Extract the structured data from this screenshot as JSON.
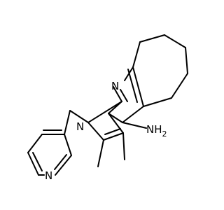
{
  "structure": {
    "atoms": {
      "ring_n": "N",
      "pyrrole_n": "N",
      "pyridine_n": "N",
      "amine_n": "NH",
      "amine_h": "2"
    }
  },
  "colors": {
    "nitrogen": "#0000ff",
    "bond": "#000000",
    "background": "#ffffff"
  }
}
